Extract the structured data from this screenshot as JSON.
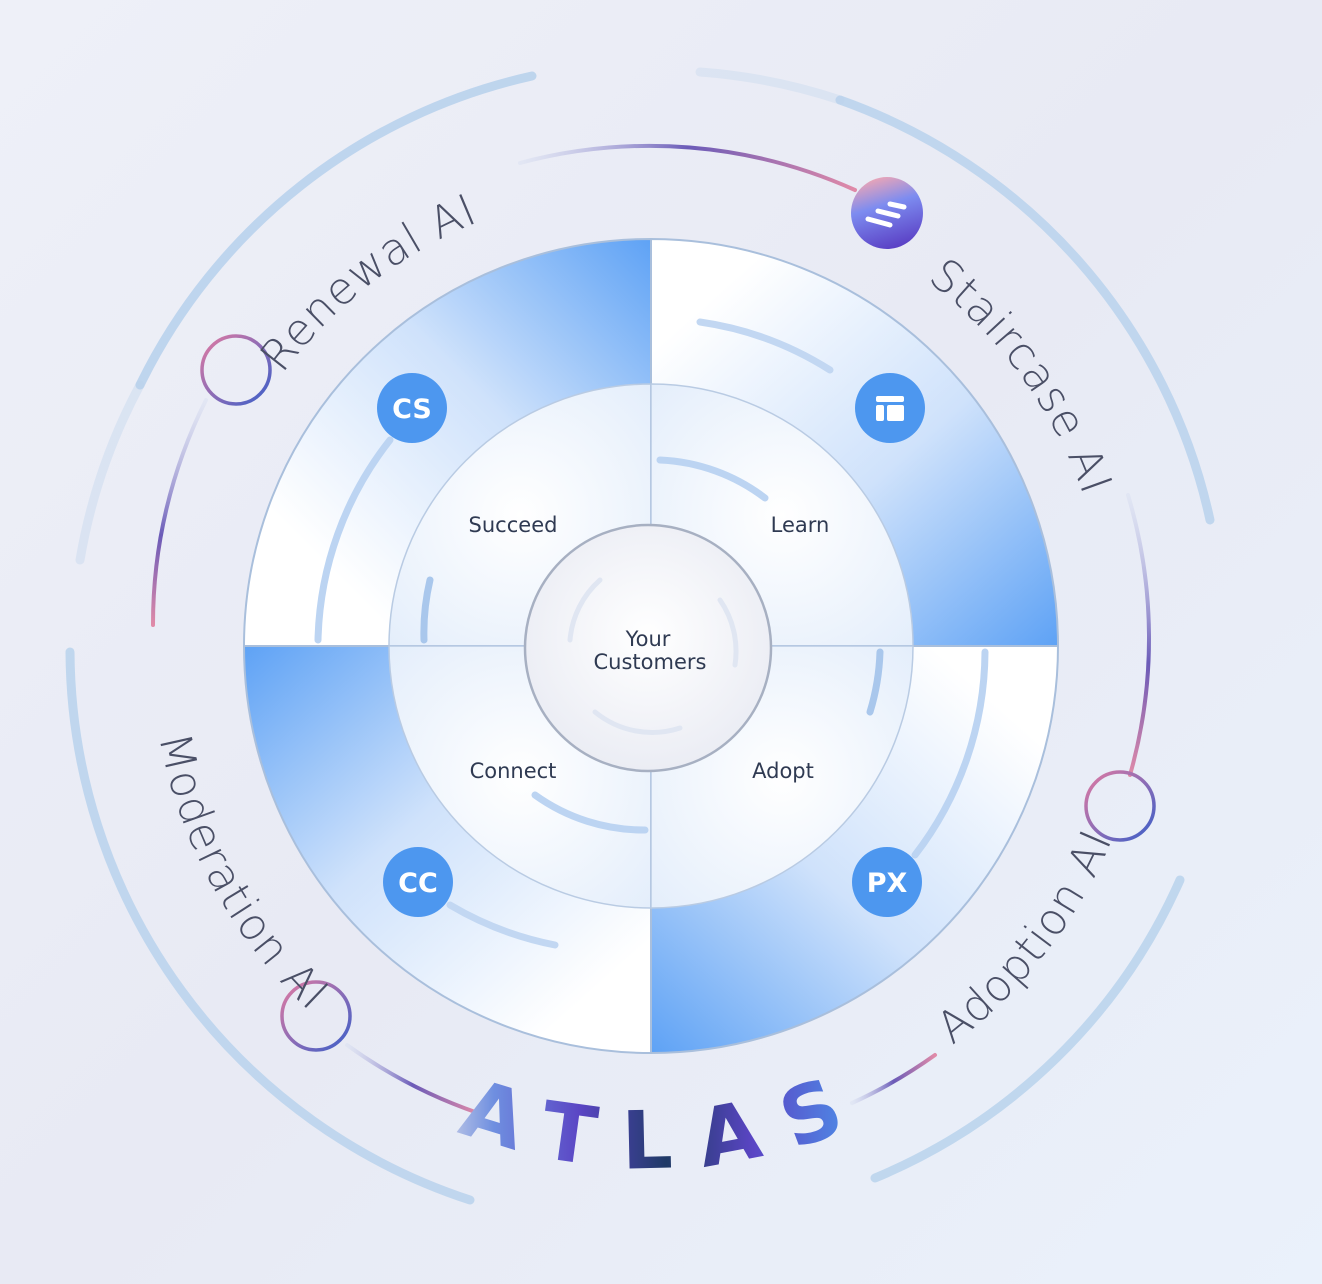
{
  "center": {
    "line1": "Your",
    "line2": "Customers"
  },
  "quadrants": [
    {
      "label": "Succeed",
      "badge": "CS"
    },
    {
      "label": "Learn",
      "badge_icon": "layout-icon"
    },
    {
      "label": "Connect",
      "badge": "CC"
    },
    {
      "label": "Adopt",
      "badge": "PX"
    }
  ],
  "outer_labels": {
    "renewal": "Renewal AI",
    "staircase": "Staircase AI",
    "moderation": "Moderation AI",
    "adoption": "Adoption AI"
  },
  "brand": "ATLAS",
  "colors": {
    "accent": "#4d97ef",
    "band": "#6aa8f5",
    "brand_purple": "#5b46c4",
    "brand_navy": "#1f3a66",
    "ring_pink": "#d87aa0"
  }
}
